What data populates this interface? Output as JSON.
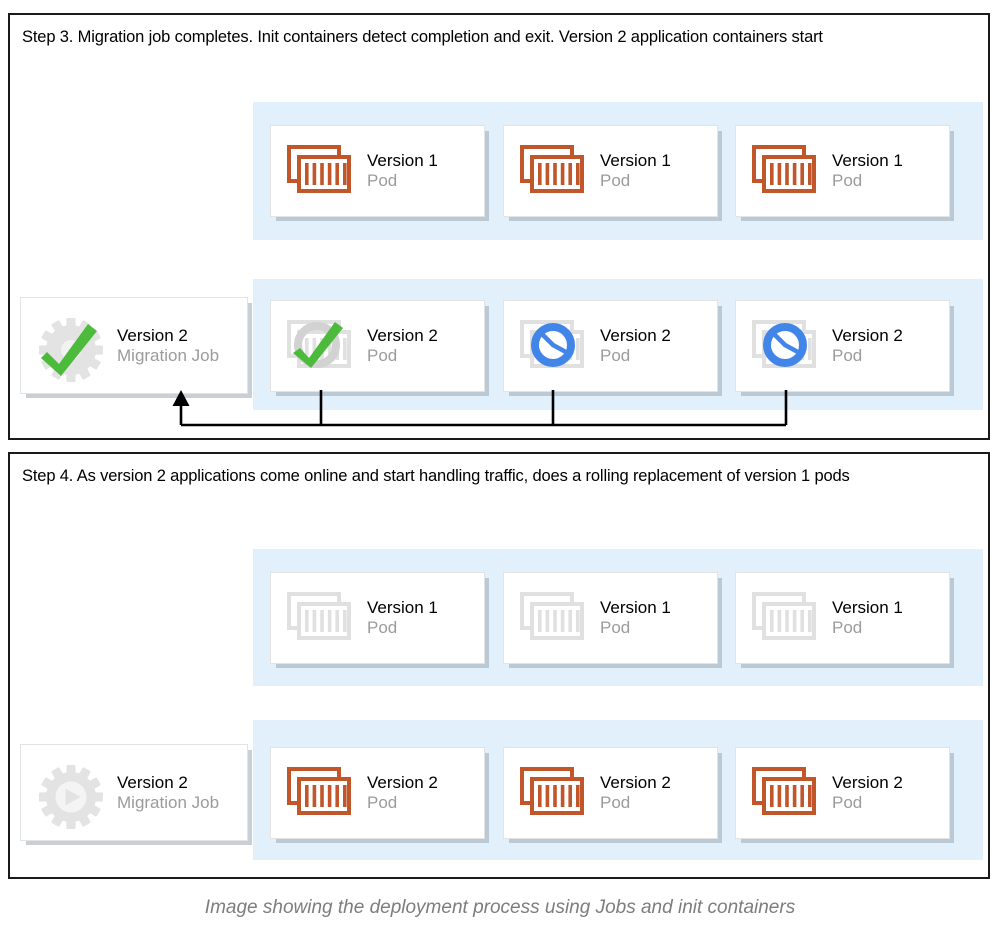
{
  "caption": "Image showing the deployment process using Jobs and init containers",
  "colors": {
    "pod_orange": "#c1562a",
    "pod_gray": "#dcdcdc",
    "band_blue": "#e2f0fb",
    "check_green": "#4cbb3c",
    "clock_blue": "#4285e8",
    "gear_gray": "#e3e3e3",
    "text_dark": "#000000",
    "text_muted": "#9b9b9b",
    "caption_gray": "#7d7d7d",
    "panel_border": "#1a1a1a"
  },
  "steps": [
    {
      "id": "step3",
      "title": "Step 3. Migration job completes. Init containers detect completion and exit. Version 2 application containers start",
      "job": {
        "title": "Version 2",
        "subtitle": "Migration Job",
        "icon": "gear-check-icon"
      },
      "row1": {
        "pods": [
          {
            "title": "Version 1",
            "subtitle": "Pod",
            "icon": "pod-icon-orange"
          },
          {
            "title": "Version 1",
            "subtitle": "Pod",
            "icon": "pod-icon-orange"
          },
          {
            "title": "Version 1",
            "subtitle": "Pod",
            "icon": "pod-icon-orange"
          }
        ]
      },
      "row2": {
        "pods": [
          {
            "title": "Version 2",
            "subtitle": "Pod",
            "icon": "pod-icon-gray-check"
          },
          {
            "title": "Version 2",
            "subtitle": "Pod",
            "icon": "pod-icon-gray-clock"
          },
          {
            "title": "Version 2",
            "subtitle": "Pod",
            "icon": "pod-icon-gray-clock"
          }
        ]
      },
      "connector": {
        "name": "init-container-poll-arrow",
        "description": "Arrow from version 2 pods back up to the migration job"
      }
    },
    {
      "id": "step4",
      "title": "Step 4. As version 2 applications come online and start handling traffic, does a rolling replacement of version 1 pods",
      "job": {
        "title": "Version 2",
        "subtitle": "Migration Job",
        "icon": "gear-play-icon"
      },
      "row1": {
        "pods": [
          {
            "title": "Version 1",
            "subtitle": "Pod",
            "icon": "pod-icon-gray"
          },
          {
            "title": "Version 1",
            "subtitle": "Pod",
            "icon": "pod-icon-gray"
          },
          {
            "title": "Version 1",
            "subtitle": "Pod",
            "icon": "pod-icon-gray"
          }
        ]
      },
      "row2": {
        "pods": [
          {
            "title": "Version 2",
            "subtitle": "Pod",
            "icon": "pod-icon-orange"
          },
          {
            "title": "Version 2",
            "subtitle": "Pod",
            "icon": "pod-icon-orange"
          },
          {
            "title": "Version 2",
            "subtitle": "Pod",
            "icon": "pod-icon-orange"
          }
        ]
      }
    }
  ]
}
